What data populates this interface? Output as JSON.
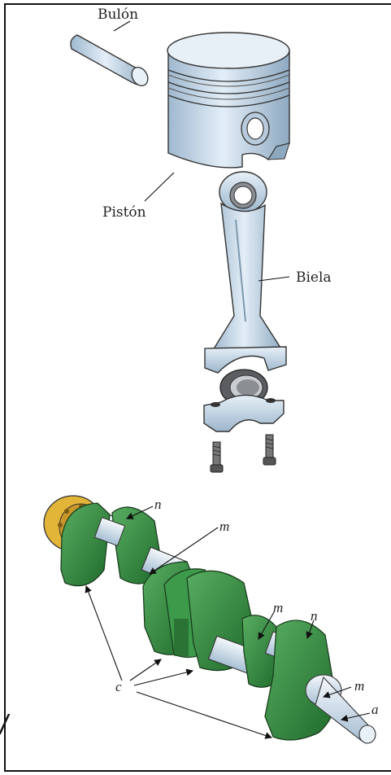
{
  "labels": {
    "bulon": "Bulón",
    "piston": "Pistón",
    "biela": "Biela",
    "n1": "n",
    "m1": "m",
    "m2": "m",
    "n2": "n",
    "c": "c",
    "m3": "m",
    "a": "a"
  },
  "colors": {
    "metal_light": "#d8e6f1",
    "metal_mid": "#a9c1d6",
    "metal_dark": "#6d8aa3",
    "crank_green": "#2f8a3e",
    "crank_green_dark": "#1d5e28",
    "crank_green_light": "#6cbf73",
    "flange_gold": "#e2b437",
    "bearing_dark": "#5b5d60"
  },
  "icons": {
    "piston": "piston-icon",
    "pin": "piston-pin-icon",
    "rod": "connecting-rod-icon",
    "crankshaft": "crankshaft-icon"
  }
}
